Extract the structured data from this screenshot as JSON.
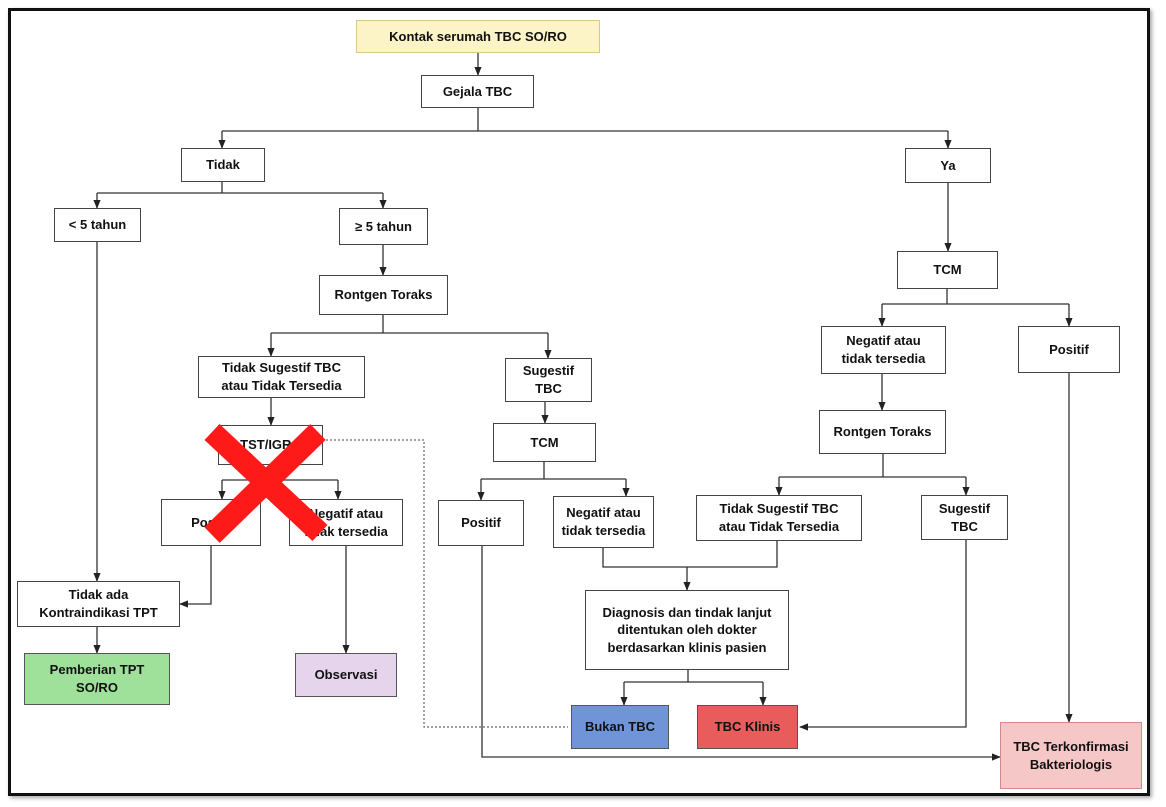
{
  "diagram": {
    "nodes": {
      "start": "Kontak serumah TBC SO/RO",
      "gejala": "Gejala TBC",
      "tidak": "Tidak",
      "ya": "Ya",
      "under5": "< 5 tahun",
      "over5": "≥ 5 tahun",
      "rontgen_left": "Rontgen Toraks",
      "tidak_sugestif_left": "Tidak Sugestif TBC\natau Tidak Tersedia",
      "sugestif_mid": "Sugestif\nTBC",
      "tst": "TST/IGRA",
      "positif_tst": "Positif",
      "negatif_tst": "Negatif atau\ntidak tersedia",
      "tidak_ada_kontra": "Tidak ada\nKontraindikasi TPT",
      "pemberian_tpt": "Pemberian TPT\nSO/RO",
      "observasi": "Observasi",
      "tcm_mid": "TCM",
      "positif_mid": "Positif",
      "negatif_mid": "Negatif atau\ntidak tersedia",
      "tcm_right": "TCM",
      "negatif_right": "Negatif atau\ntidak tersedia",
      "positif_right": "Positif",
      "rontgen_right": "Rontgen Toraks",
      "tidak_sugestif_right": "Tidak Sugestif TBC\natau Tidak Tersedia",
      "sugestif_right": "Sugestif\nTBC",
      "diagnosis": "Diagnosis dan tindak lanjut\nditentukan oleh dokter\nberdasarkan klinis pasien",
      "bukan_tbc": "Bukan TBC",
      "tbc_klinis": "TBC Klinis",
      "terkonfirmasi": "TBC Terkonfirmasi\nBakteriologis"
    },
    "colors": {
      "start": "#fcf3c7",
      "pemberian_tpt": "#9fe09b",
      "observasi": "#e6d3ec",
      "bukan_tbc": "#6f95d8",
      "tbc_klinis": "#e85c5c",
      "terkonfirmasi": "#f6c7c7",
      "cross_mark": "#ff1a1a"
    },
    "overlay_icon": "red-x-cross-icon"
  }
}
